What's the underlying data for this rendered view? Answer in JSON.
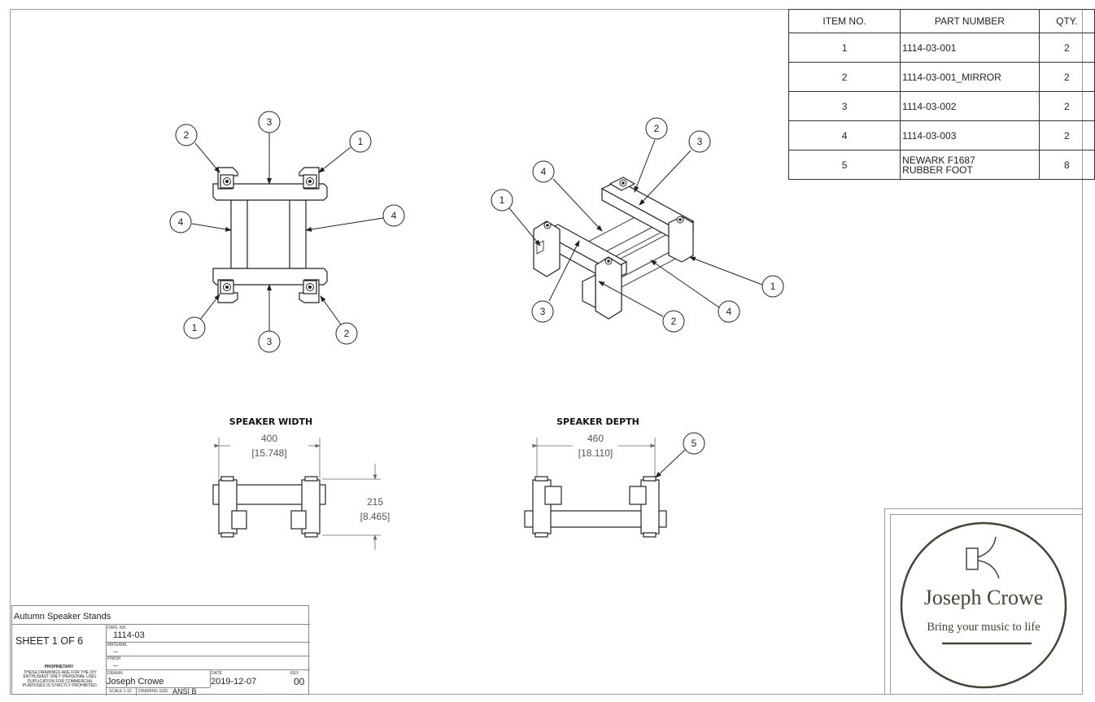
{
  "bom": {
    "headers": {
      "item": "ITEM NO.",
      "part": "PART NUMBER",
      "qty": "QTY."
    },
    "rows": [
      {
        "item": "1",
        "part": "1114-03-001",
        "qty": "2"
      },
      {
        "item": "2",
        "part": "1114-03-001_MIRROR",
        "qty": "2"
      },
      {
        "item": "3",
        "part": "1114-03-002",
        "qty": "2"
      },
      {
        "item": "4",
        "part": "1114-03-003",
        "qty": "2"
      },
      {
        "item": "5",
        "part_line1": "NEWARK F1687",
        "part_line2": "RUBBER FOOT",
        "qty": "8"
      }
    ]
  },
  "views": {
    "top": {
      "balloons": [
        "2",
        "3",
        "1",
        "4",
        "4",
        "1",
        "3",
        "2"
      ]
    },
    "iso": {
      "balloons": [
        "2",
        "3",
        "4",
        "1",
        "1",
        "3",
        "2",
        "4"
      ]
    },
    "width": {
      "title": "SPEAKER WIDTH",
      "dim_h": "400",
      "dim_h_in": "[15.748]",
      "dim_v": "215",
      "dim_v_in": "[8.465]"
    },
    "depth": {
      "title": "SPEAKER DEPTH",
      "dim_h": "460",
      "dim_h_in": "[18.110]",
      "balloon": "5"
    }
  },
  "title_block": {
    "project": "Autumn Speaker Stands",
    "sheet": "SHEET 1 OF 6",
    "dwg_no_label": "DWG. NO.",
    "dwg_no": "1114-03",
    "material_label": "MATERIAL",
    "material": "--",
    "finish_label": "FINISH",
    "finish": "--",
    "proprietary_heading": "PROPRIETARY",
    "proprietary_text": "THESE DRAWINGS ARE FOR THE DIY ENTHUSIAST ONLY (PERSONAL USE). DUPLICATION FOR COMMERCIAL PURPOSES IS STRICTLY PROHIBITED.",
    "drawn_label": "DRAWN",
    "drawn": "Joseph Crowe",
    "date_label": "DATE",
    "date": "2019-12-07",
    "rev_label": "REV",
    "rev": "00",
    "scale": "SCALE:1:10",
    "drawing_size_label": "DRAWING SIZE",
    "drawing_size": "ANSI B"
  },
  "logo": {
    "name": "Joseph Crowe",
    "tagline": "Bring your music to life",
    "color": "#4a4236"
  }
}
